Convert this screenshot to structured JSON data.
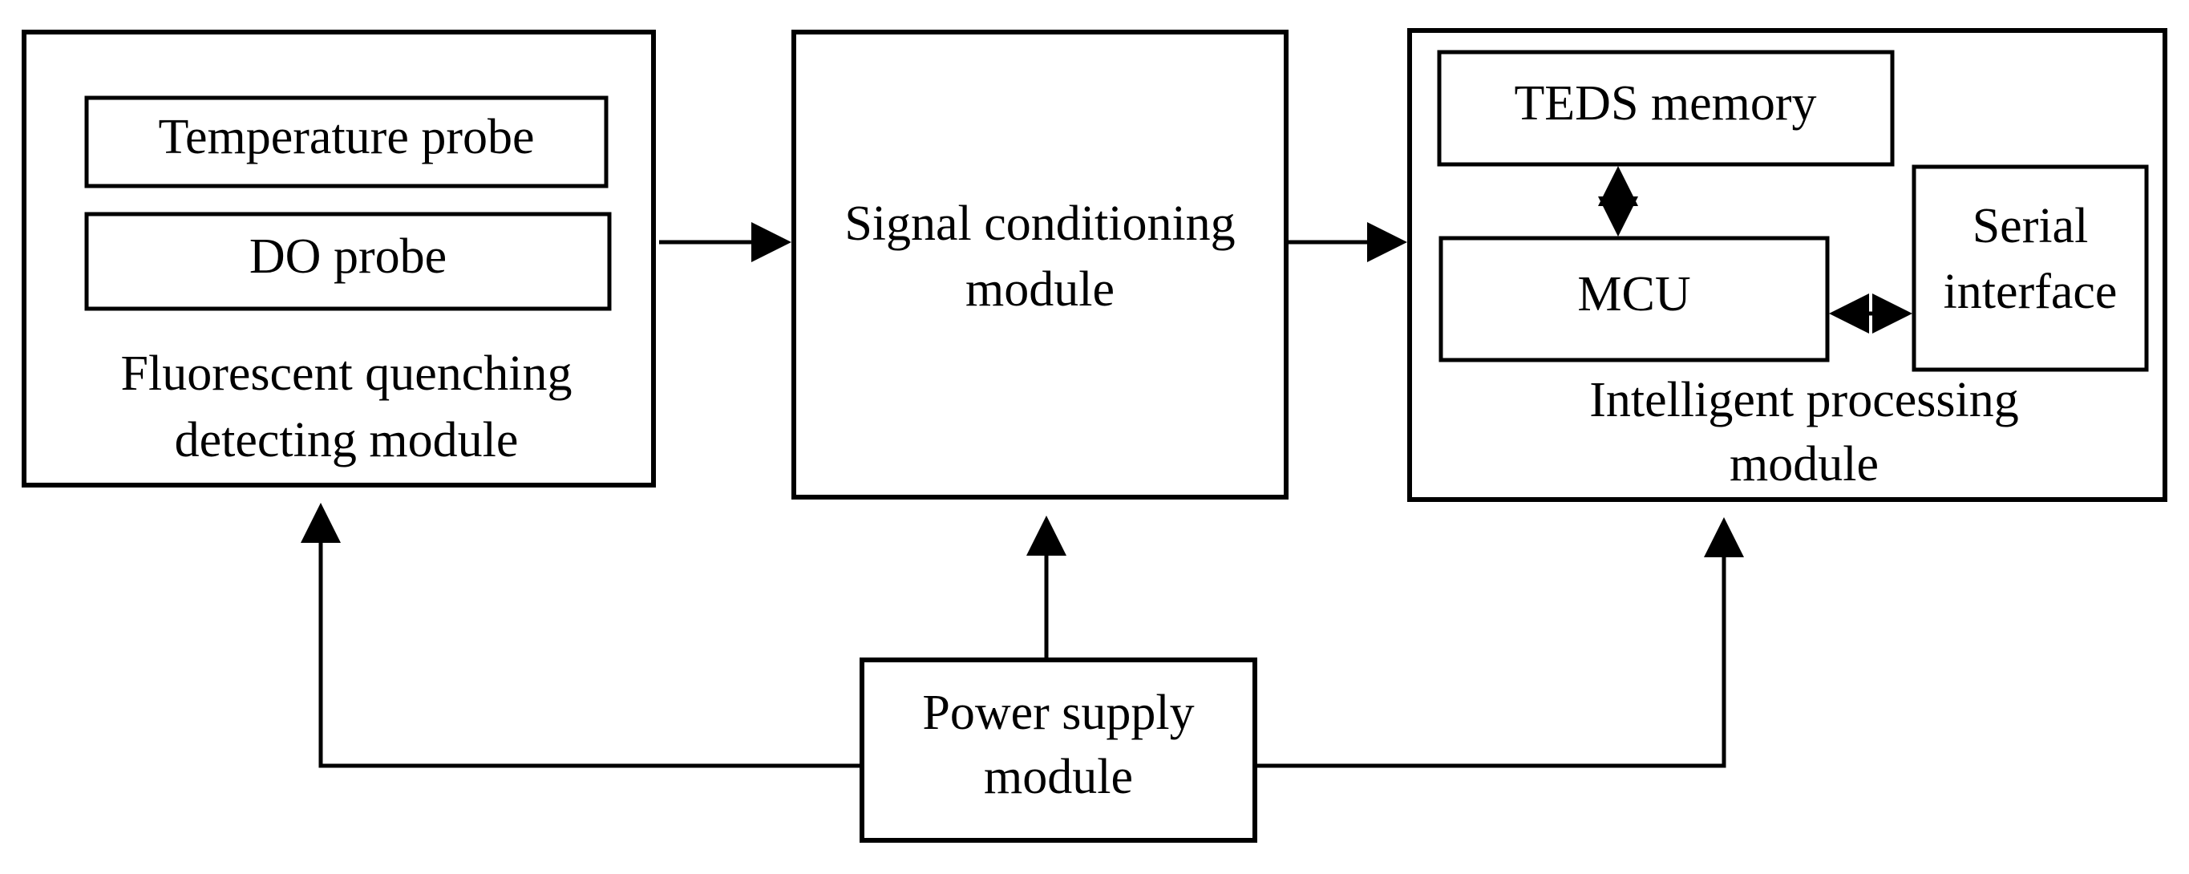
{
  "colors": {
    "line": "#000000",
    "background": "#ffffff"
  },
  "fluorescent_module": {
    "label_line1": "Fluorescent quenching",
    "label_line2": "detecting module",
    "temperature_probe": "Temperature probe",
    "do_probe": "DO probe"
  },
  "signal_module": {
    "label_line1": "Signal conditioning",
    "label_line2": "module"
  },
  "intelligent_module": {
    "label_line1": "Intelligent processing",
    "label_line2": "module",
    "teds_memory": "TEDS memory",
    "mcu": "MCU",
    "serial_line1": "Serial",
    "serial_line2": "interface"
  },
  "power_module": {
    "label_line1": "Power supply",
    "label_line2": "module"
  }
}
